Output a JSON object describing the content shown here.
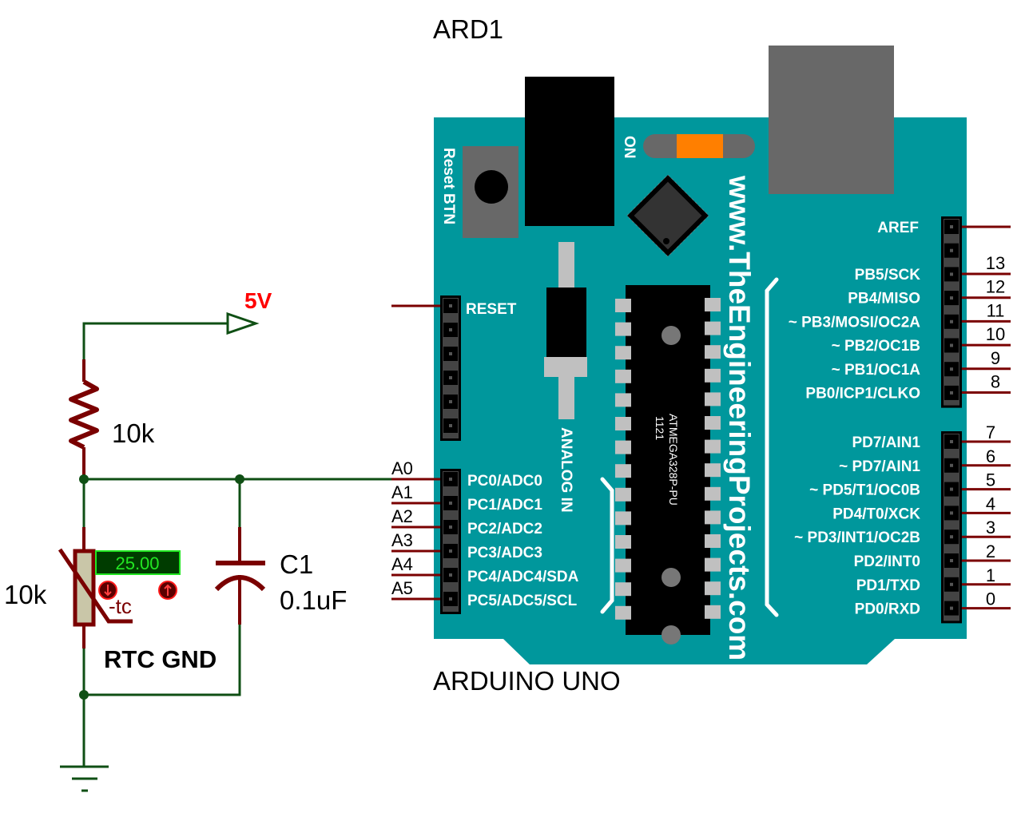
{
  "title": "Thermistor with Arduino UNO schematic",
  "colors": {
    "wire": "#0f4f14",
    "component": "#7a0000",
    "board": "#00979c",
    "power_label": "#ff0000",
    "display_bg": "#003c00",
    "display_text": "#22e622",
    "led_orange": "#ff7f00"
  },
  "power": {
    "label": "5V"
  },
  "resistor": {
    "value": "10k"
  },
  "thermistor": {
    "value": "10k",
    "type_label": "-tc",
    "temperature_display": "25.00",
    "decrease_icon": "arrow-down-icon",
    "increase_icon": "arrow-up-icon"
  },
  "capacitor": {
    "name": "C1",
    "value": "0.1uF"
  },
  "ground_label": "RTC GND",
  "arduino": {
    "ref": "ARD1",
    "model": "ARDUINO UNO",
    "reset_button_label": "Reset BTN",
    "on_label": "ON",
    "website": "www.TheEngineeringProjects.com",
    "chip_line1": "1121",
    "chip_line2": "ATMEGA328P-PU",
    "analog_in_label": "ANALOG IN",
    "reset_pin_label": "RESET",
    "aref_label": "AREF",
    "analog_pins": [
      {
        "label": "PC0/ADC0",
        "net": "A0"
      },
      {
        "label": "PC1/ADC1",
        "net": "A1"
      },
      {
        "label": "PC2/ADC2",
        "net": "A2"
      },
      {
        "label": "PC3/ADC3",
        "net": "A3"
      },
      {
        "label": "PC4/ADC4/SDA",
        "net": "A4"
      },
      {
        "label": "PC5/ADC5/SCL",
        "net": "A5"
      }
    ],
    "digital_high_pins": [
      {
        "label": "PB5/SCK",
        "num": "13"
      },
      {
        "label": "PB4/MISO",
        "num": "12"
      },
      {
        "label": "~ PB3/MOSI/OC2A",
        "num": "11"
      },
      {
        "label": "~ PB2/OC1B",
        "num": "10"
      },
      {
        "label": "~ PB1/OC1A",
        "num": "9"
      },
      {
        "label": "PB0/ICP1/CLKO",
        "num": "8"
      }
    ],
    "digital_low_pins": [
      {
        "label": "PD7/AIN1",
        "num": "7"
      },
      {
        "label": "~ PD7/AIN1",
        "num": "6"
      },
      {
        "label": "~ PD5/T1/OC0B",
        "num": "5"
      },
      {
        "label": "PD4/T0/XCK",
        "num": "4"
      },
      {
        "label": "~ PD3/INT1/OC2B",
        "num": "3"
      },
      {
        "label": "PD2/INT0",
        "num": "2"
      },
      {
        "label": "PD1/TXD",
        "num": "1"
      },
      {
        "label": "PD0/RXD",
        "num": "0"
      }
    ]
  }
}
